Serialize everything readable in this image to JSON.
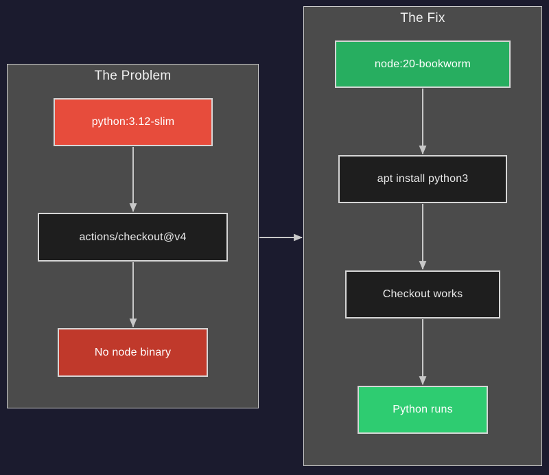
{
  "diagram": {
    "background_color": "#1b1b2e",
    "cluster_fill": "#4b4b4b",
    "cluster_border": "#cccccc",
    "edge_color": "#c8c8c8",
    "problem": {
      "title": "The Problem",
      "nodes": [
        {
          "id": "python-image",
          "label": "python:3.12-slim",
          "fill": "#e74c3c",
          "text_color": "#ffffff"
        },
        {
          "id": "actions-checkout",
          "label": "actions/checkout@v4",
          "fill": "#1e1e1e",
          "text_color": "#e8e8e8"
        },
        {
          "id": "no-node-binary",
          "label": "No node binary",
          "fill": "#c0392b",
          "text_color": "#ffffff"
        }
      ]
    },
    "fix": {
      "title": "The Fix",
      "nodes": [
        {
          "id": "node-image",
          "label": "node:20-bookworm",
          "fill": "#27ae60",
          "text_color": "#ffffff"
        },
        {
          "id": "apt-install",
          "label": "apt install python3",
          "fill": "#1e1e1e",
          "text_color": "#e8e8e8"
        },
        {
          "id": "checkout-works",
          "label": "Checkout works",
          "fill": "#1e1e1e",
          "text_color": "#e8e8e8"
        },
        {
          "id": "python-runs",
          "label": "Python runs",
          "fill": "#2ecc71",
          "text_color": "#ffffff"
        }
      ]
    },
    "edges": [
      {
        "from": "python-image",
        "to": "actions-checkout"
      },
      {
        "from": "actions-checkout",
        "to": "no-node-binary"
      },
      {
        "from": "node-image",
        "to": "apt-install"
      },
      {
        "from": "apt-install",
        "to": "checkout-works"
      },
      {
        "from": "checkout-works",
        "to": "python-runs"
      },
      {
        "from": "problem-cluster",
        "to": "fix-cluster"
      }
    ]
  }
}
